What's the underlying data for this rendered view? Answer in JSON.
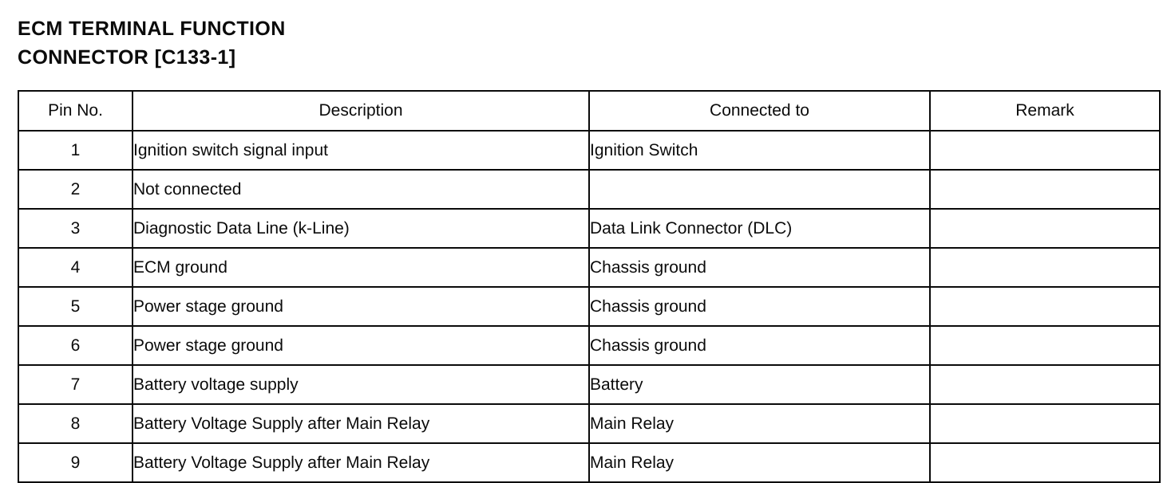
{
  "document": {
    "title_lines": [
      "ECM TERMINAL FUNCTION",
      "CONNECTOR [C133-1]"
    ]
  },
  "table": {
    "columns": [
      {
        "key": "pin",
        "label": "Pin No."
      },
      {
        "key": "desc",
        "label": "Description"
      },
      {
        "key": "conn",
        "label": "Connected to"
      },
      {
        "key": "remark",
        "label": "Remark"
      }
    ],
    "rows": [
      {
        "pin": "1",
        "desc": "Ignition switch signal input",
        "conn": "Ignition Switch",
        "remark": ""
      },
      {
        "pin": "2",
        "desc": "Not connected",
        "conn": "",
        "remark": ""
      },
      {
        "pin": "3",
        "desc": "Diagnostic Data Line (k-Line)",
        "conn": "Data Link Connector (DLC)",
        "remark": ""
      },
      {
        "pin": "4",
        "desc": "ECM ground",
        "conn": "Chassis ground",
        "remark": ""
      },
      {
        "pin": "5",
        "desc": "Power stage ground",
        "conn": "Chassis ground",
        "remark": ""
      },
      {
        "pin": "6",
        "desc": "Power stage ground",
        "conn": "Chassis ground",
        "remark": ""
      },
      {
        "pin": "7",
        "desc": "Battery voltage supply",
        "conn": "Battery",
        "remark": ""
      },
      {
        "pin": "8",
        "desc": "Battery Voltage Supply after Main Relay",
        "conn": "Main Relay",
        "remark": ""
      },
      {
        "pin": "9",
        "desc": "Battery Voltage Supply after Main Relay",
        "conn": "Main Relay",
        "remark": ""
      }
    ]
  },
  "colors": {
    "ink": "#0b0b0b",
    "paper": "#ffffff"
  }
}
